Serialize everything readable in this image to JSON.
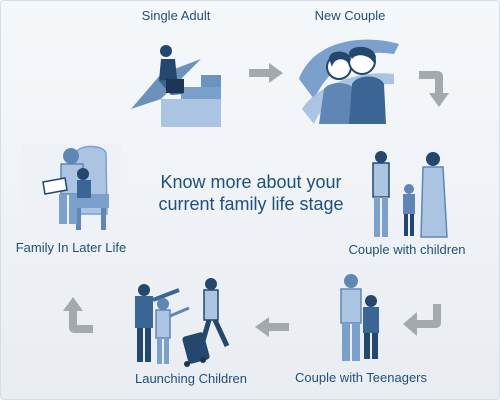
{
  "center_title": "Know more about your current family life stage",
  "stages": [
    {
      "key": "single-adult",
      "label": "Single Adult"
    },
    {
      "key": "new-couple",
      "label": "New Couple"
    },
    {
      "key": "couple-with-children",
      "label": "Couple with children"
    },
    {
      "key": "couple-with-teenagers",
      "label": "Couple with Teenagers"
    },
    {
      "key": "launching-children",
      "label": "Launching Children"
    },
    {
      "key": "family-in-later-life",
      "label": "Family In Later Life"
    }
  ],
  "colors": {
    "text": "#1f4f7a",
    "illustration_dark": "#24476d",
    "illustration_mid": "#5f86b5",
    "illustration_light": "#aac4e2",
    "arrow": "#a4a9ae"
  },
  "icons": [
    "arrow-right-icon",
    "arrow-curve-down-icon",
    "arrow-left-icon",
    "arrow-curve-up-icon"
  ]
}
